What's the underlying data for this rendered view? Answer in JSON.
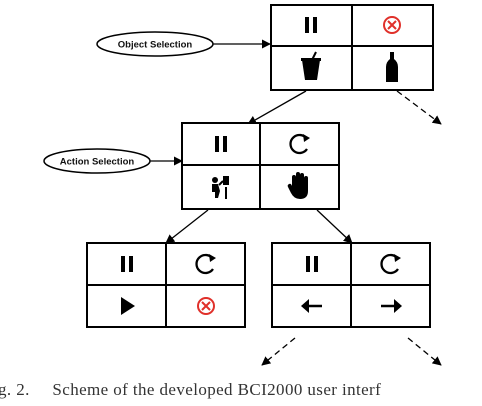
{
  "stages": {
    "object": {
      "label": "Object Selection"
    },
    "action": {
      "label": "Action Selection"
    }
  },
  "grids": {
    "object": [
      "pause-icon",
      "cancel-icon",
      "cup-icon",
      "bottle-icon"
    ],
    "action": [
      "pause-icon",
      "redo-icon",
      "drink-icon",
      "hand-icon"
    ],
    "option_a": [
      "pause-icon",
      "redo-icon",
      "play-icon",
      "cancel-icon"
    ],
    "option_b": [
      "pause-icon",
      "redo-icon",
      "arrow-left-icon",
      "arrow-right-icon"
    ]
  },
  "colors": {
    "cancel": "#e0302a",
    "line": "#000000"
  },
  "caption": {
    "prefix": "g. 2.",
    "text": "Scheme of the developed BCI2000 user interf"
  }
}
